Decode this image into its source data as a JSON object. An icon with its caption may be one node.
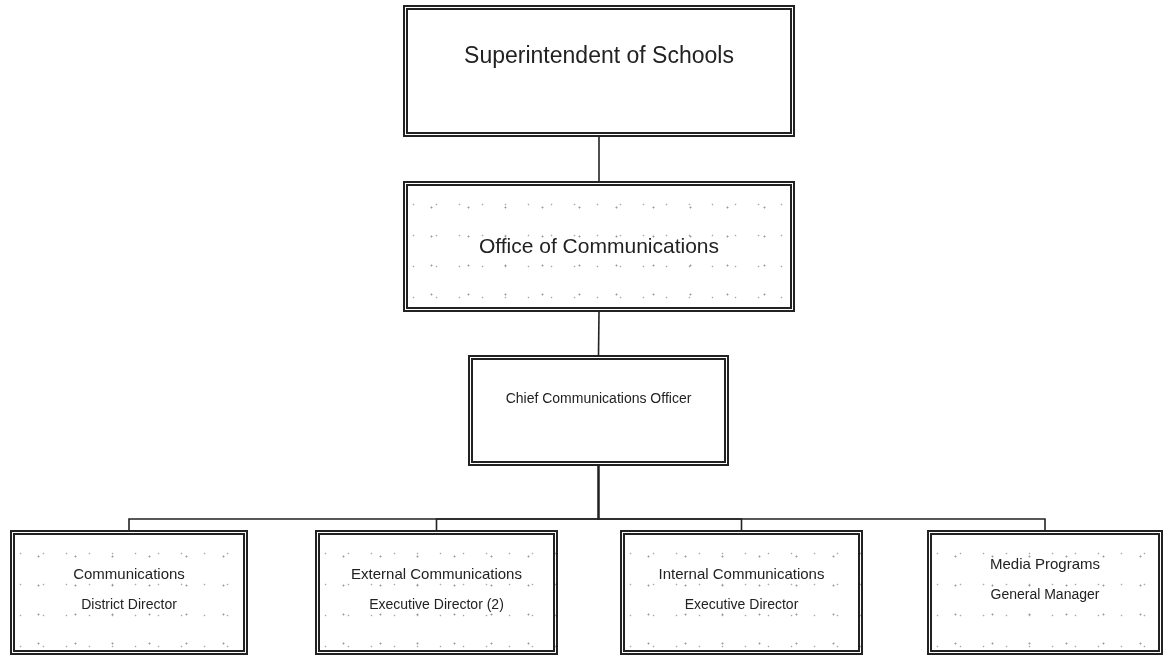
{
  "diagram": {
    "nodes": [
      {
        "text": [
          "Superintendent of Schools"
        ]
      },
      {
        "text": [
          "Office of Communications"
        ]
      },
      {
        "text": [
          "Chief Communications Officer"
        ]
      },
      {
        "text": [
          "Communications",
          "District Director"
        ]
      },
      {
        "text": [
          "External Communications",
          "Executive Director (2)"
        ]
      },
      {
        "text": [
          "Internal Communications",
          "Executive Director"
        ]
      },
      {
        "text": [
          "Media Programs",
          "General Manager"
        ]
      }
    ],
    "edges": [
      {
        "from": 0,
        "to": 1,
        "arrow": "none"
      },
      {
        "from": 1,
        "to": 2,
        "arrow": "none"
      },
      {
        "from": 2,
        "to": 3,
        "arrow": "none"
      },
      {
        "from": 2,
        "to": 4,
        "arrow": "none"
      },
      {
        "from": 2,
        "to": 5,
        "arrow": "none"
      },
      {
        "from": 2,
        "to": 6,
        "arrow": "none"
      }
    ]
  }
}
